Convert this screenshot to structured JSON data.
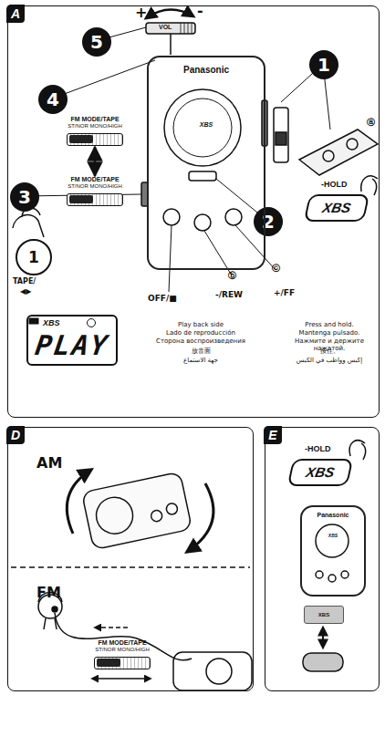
{
  "diagram": {
    "nodes": [
      {
        "text": [
          "A"
        ]
      },
      {
        "text": [
          "5"
        ],
        "in": 0
      },
      {
        "text": [
          "4"
        ],
        "in": 0
      },
      {
        "text": [
          "1"
        ],
        "in": 0
      },
      {
        "text": [
          "3"
        ],
        "in": 0
      },
      {
        "text": [
          "2"
        ],
        "in": 0
      },
      {
        "text": [
          "FM MODE/TAPE",
          "ST/NOR MONO/HIGH"
        ],
        "in": 0
      },
      {
        "text": [
          "FM MODE/TAPE",
          "ST/NOR MONO/HIGH"
        ],
        "in": 0
      },
      {
        "text": [
          "1"
        ],
        "in": 0
      },
      {
        "text": [
          "XBS",
          "PLAY"
        ],
        "in": 0
      },
      {
        "text": [
          "-HOLD",
          "XBS"
        ],
        "in": 0
      },
      {
        "text": [
          "Panasonic",
          "XBS"
        ],
        "in": 0
      },
      {
        "text": [
          "D"
        ]
      },
      {
        "text": [
          "FM MODE/TAPE",
          "ST/NOR MONO/HIGH"
        ],
        "in": 12
      },
      {
        "text": [
          "E"
        ]
      },
      {
        "text": [
          "-HOLD",
          "XBS"
        ],
        "in": 14
      },
      {
        "text": [
          "Panasonic",
          "XBS"
        ],
        "in": 14
      },
      {
        "text": [
          "XBS"
        ],
        "in": 14
      }
    ],
    "edges": [
      {
        "from": 6,
        "to": 7,
        "arrow": "both"
      }
    ],
    "labels": [
      "+",
      "-",
      "VOL",
      "ⓐ",
      "TAPE/",
      "◀▶",
      "OFF/■",
      "ⓑ",
      "-/REW",
      "ⓒ",
      "+/FF",
      "Play back side",
      "Lado de reproducción",
      "Сторона воспроизведения",
      "放音面",
      "جهة الاستماع",
      "Press and hold.",
      "Mantenga pulsado.",
      "Нажмите и держите нажатой.",
      "按住。",
      "إكبس وواظب في الكبس",
      "AM",
      "FM"
    ]
  }
}
